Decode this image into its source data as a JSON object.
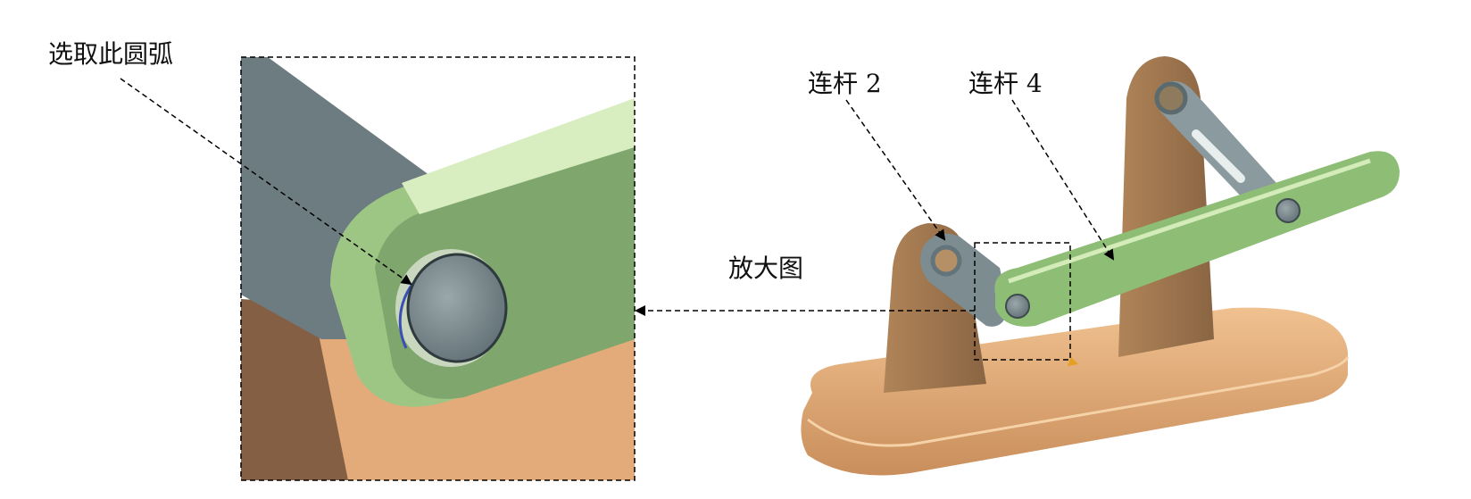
{
  "labels": {
    "select_arc": "选取此圆弧",
    "link2": "连杆 2",
    "link4": "连杆 4",
    "enlarged_view": "放大图"
  },
  "colors": {
    "link_gray": "#6b7b80",
    "link_green_top": "#d9efc0",
    "link_green_side": "#7aa36a",
    "base_tan": "#e2a876",
    "post_brown": "#97704a",
    "pin_gray": "#7b8a8f",
    "arc_highlight": "#3a4fb4"
  }
}
